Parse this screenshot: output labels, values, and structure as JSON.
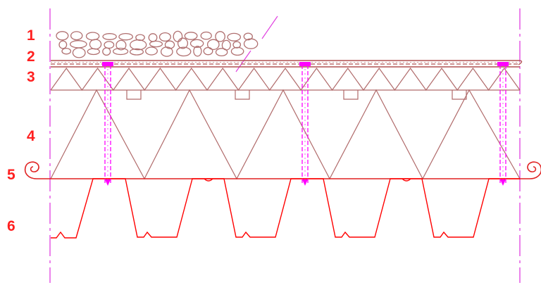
{
  "layer_labels": [
    "1",
    "2",
    "3",
    "4",
    "5",
    "6"
  ],
  "colors": {
    "label": "#ff2020",
    "centerline": "#e040e0",
    "fastener": "#ff00ff",
    "insulation": "#b06a6a",
    "deck": "#ff0000",
    "membrane": "#b05050",
    "gravel": "#b07070"
  },
  "components": [
    "gravel-ballast",
    "waterproofing-membrane",
    "upper-insulation-board",
    "lower-insulation-board",
    "vapour-barrier",
    "trapezoidal-steel-deck"
  ]
}
